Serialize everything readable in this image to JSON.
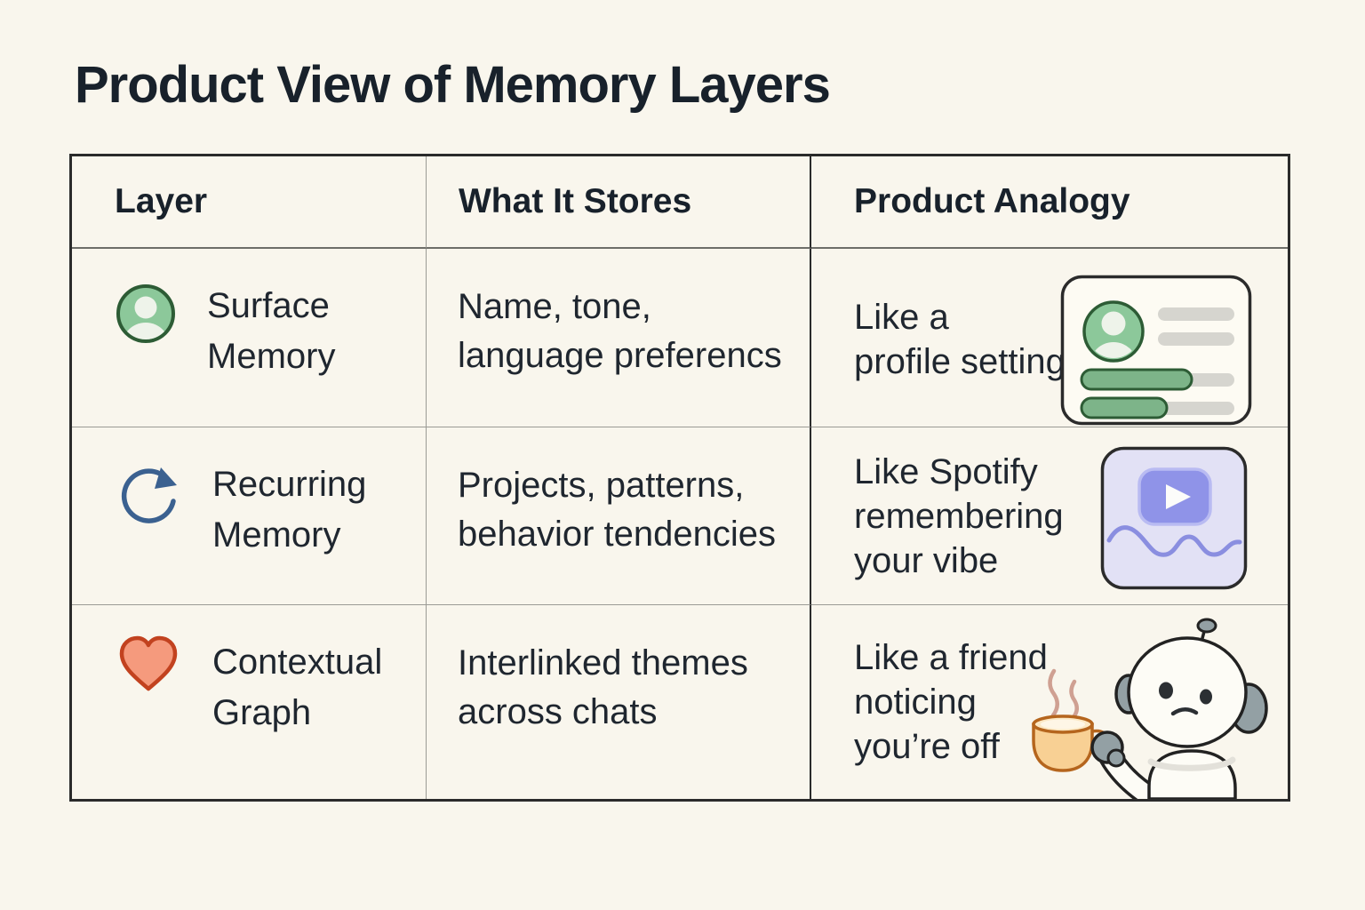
{
  "title": "Product View of Memory Layers",
  "table": {
    "headers": [
      "Layer",
      "What It Stores",
      "Product Analogy"
    ],
    "rows": [
      {
        "layer": "Surface\nMemory",
        "layer_icon": "user-avatar-icon",
        "stores": "Name, tone,\nlanguage preferencs",
        "analogy": "Like a\nprofile setting",
        "analogy_illustration": "profile-card-illustration"
      },
      {
        "layer": "Recurring\nMemory",
        "layer_icon": "refresh-cycle-icon",
        "stores": "Projects, patterns,\nbehavior tendencies",
        "analogy": "Like Spotify\nremembering\nyour vibe",
        "analogy_illustration": "media-player-illustration"
      },
      {
        "layer": "Contextual\nGraph",
        "layer_icon": "heart-icon",
        "stores": "Interlinked themes\nacross chats",
        "analogy": "Like a friend\nnoticing\nyou’re off",
        "analogy_illustration": "robot-coffee-illustration"
      }
    ]
  },
  "colors": {
    "page_bg": "#f9f6ed",
    "title": "#18212b",
    "text": "#1f262f",
    "border_dark": "#2b2b2b",
    "border_mid": "#6e6e69",
    "border_light": "#9b9b95",
    "green": "#8cc89a",
    "green_dark": "#2d5c35",
    "green_fill": "#7db489",
    "pale_green": "#eef3ea",
    "blue": "#3b6190",
    "heart_fill": "#f59a7d",
    "heart_border": "#c2421f",
    "card_bg": "#fdfbf3",
    "gray_bar": "#d6d5cf",
    "lavender": "#e2e1f5",
    "periwinkle": "#8f93e8",
    "periwinkle_light": "#b9bbf2",
    "wave": "#8a8ee0",
    "mug_fill": "#f8d094",
    "mug_rim": "#fbe8c4",
    "mug_border": "#b5651d",
    "steam": "#cfa092",
    "robot_white": "#fdfcf6",
    "robot_gray": "#93a0a4",
    "robot_line": "#222222"
  }
}
